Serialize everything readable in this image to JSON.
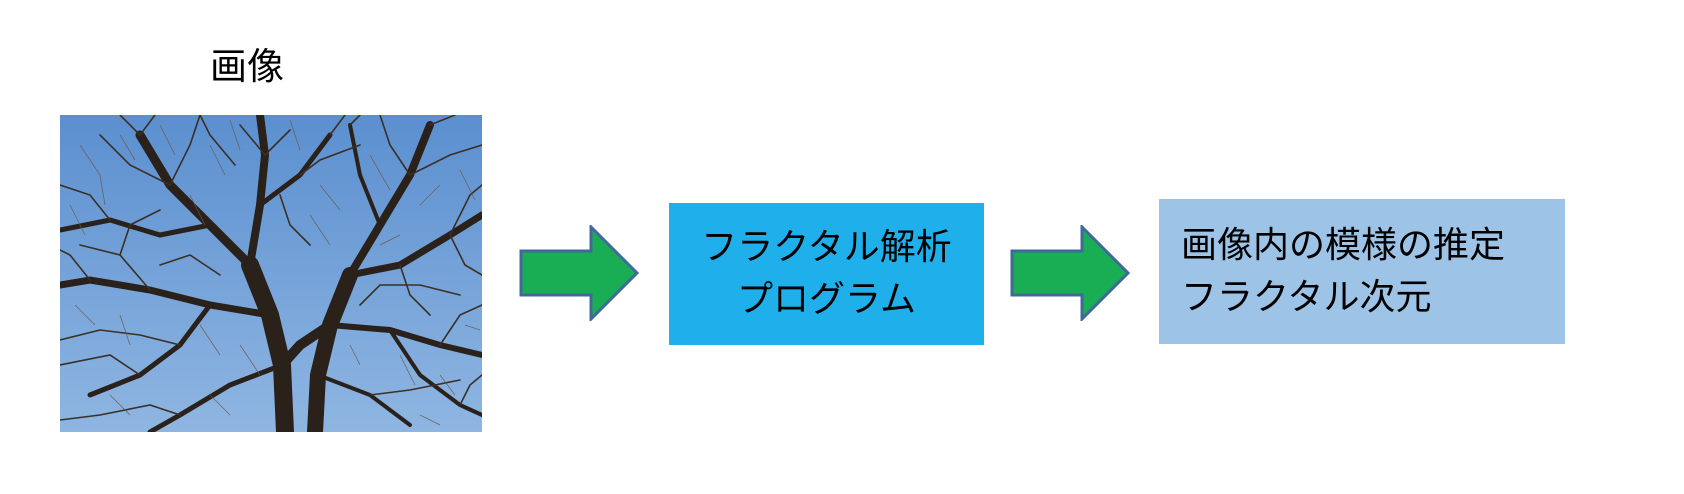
{
  "caption": "画像",
  "photo": {
    "subject": "bare-tree-against-blue-sky"
  },
  "process_box": {
    "line1": "フラクタル解析",
    "line2": "プログラム",
    "color": "#1fb0ec"
  },
  "result_box": {
    "line1": "画像内の模様の推定",
    "line2": "フラクタル次元",
    "color": "#9dc3e6"
  },
  "arrow_color": "#1aae54",
  "arrow_border": "#41689a"
}
